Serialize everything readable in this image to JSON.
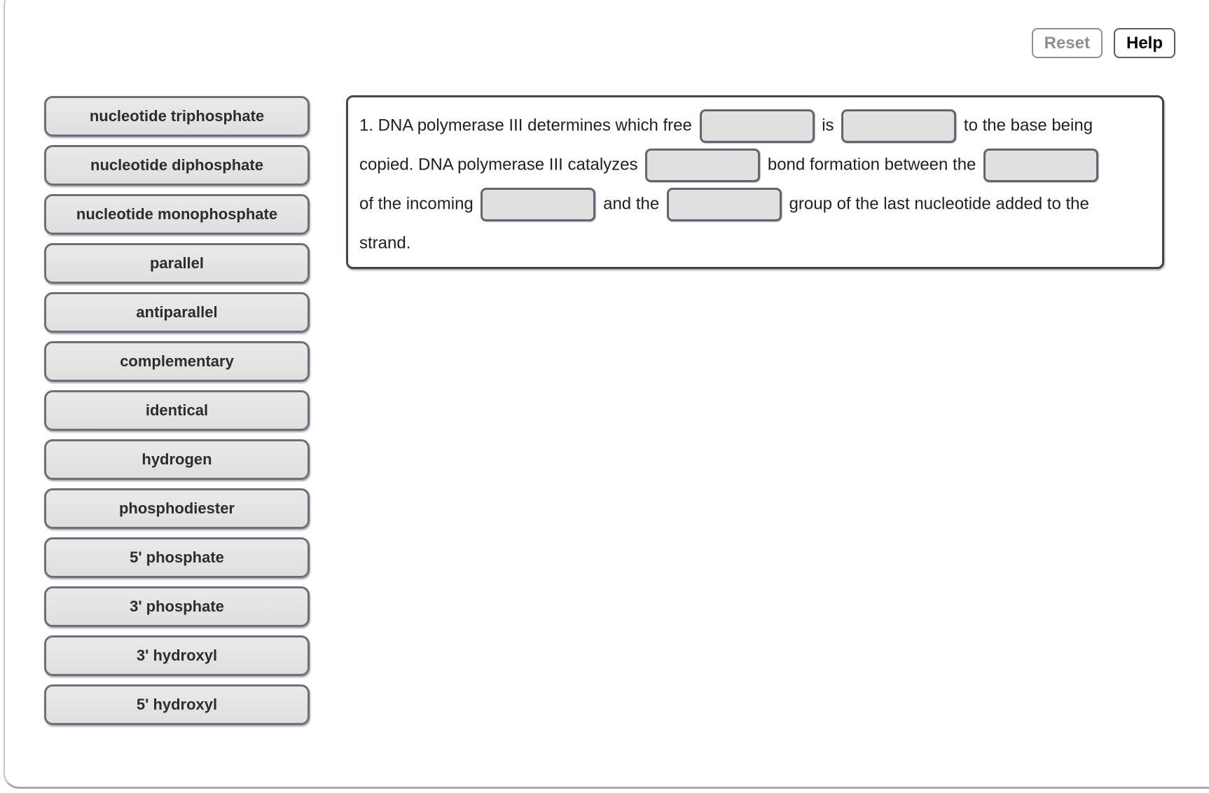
{
  "toolbar": {
    "reset_label": "Reset",
    "help_label": "Help"
  },
  "word_bank": {
    "items": [
      "nucleotide triphosphate",
      "nucleotide diphosphate",
      "nucleotide monophosphate",
      "parallel",
      "antiparallel",
      "complementary",
      "identical",
      "hydrogen",
      "phosphodiester",
      "5' phosphate",
      "3' phosphate",
      "3' hydroxyl",
      "5' hydroxyl"
    ]
  },
  "question": {
    "number": "1",
    "lines": [
      {
        "segments": [
          {
            "type": "text",
            "value": "1. DNA polymerase III determines which free"
          },
          {
            "type": "blank"
          },
          {
            "type": "text",
            "value": "is"
          },
          {
            "type": "blank"
          },
          {
            "type": "text",
            "value": "to the base being"
          }
        ]
      },
      {
        "segments": [
          {
            "type": "text",
            "value": "copied. DNA polymerase III catalyzes"
          },
          {
            "type": "blank"
          },
          {
            "type": "text",
            "value": "bond formation between the"
          },
          {
            "type": "blank"
          }
        ]
      },
      {
        "segments": [
          {
            "type": "text",
            "value": "of the incoming"
          },
          {
            "type": "blank"
          },
          {
            "type": "text",
            "value": "and the"
          },
          {
            "type": "blank"
          },
          {
            "type": "text",
            "value": "group of the last nucleotide added to the"
          }
        ]
      },
      {
        "segments": [
          {
            "type": "text",
            "value": "strand."
          }
        ]
      }
    ]
  },
  "colors": {
    "word_button_fill": "#e3e3e3",
    "word_button_border": "#6d7078",
    "blank_fill": "#e0e0e0",
    "blank_border": "#646472",
    "panel_border": "#40474a",
    "frame_border": "#c6c6c6",
    "reset_text": "#8f8f8f",
    "help_text": "#000000"
  }
}
